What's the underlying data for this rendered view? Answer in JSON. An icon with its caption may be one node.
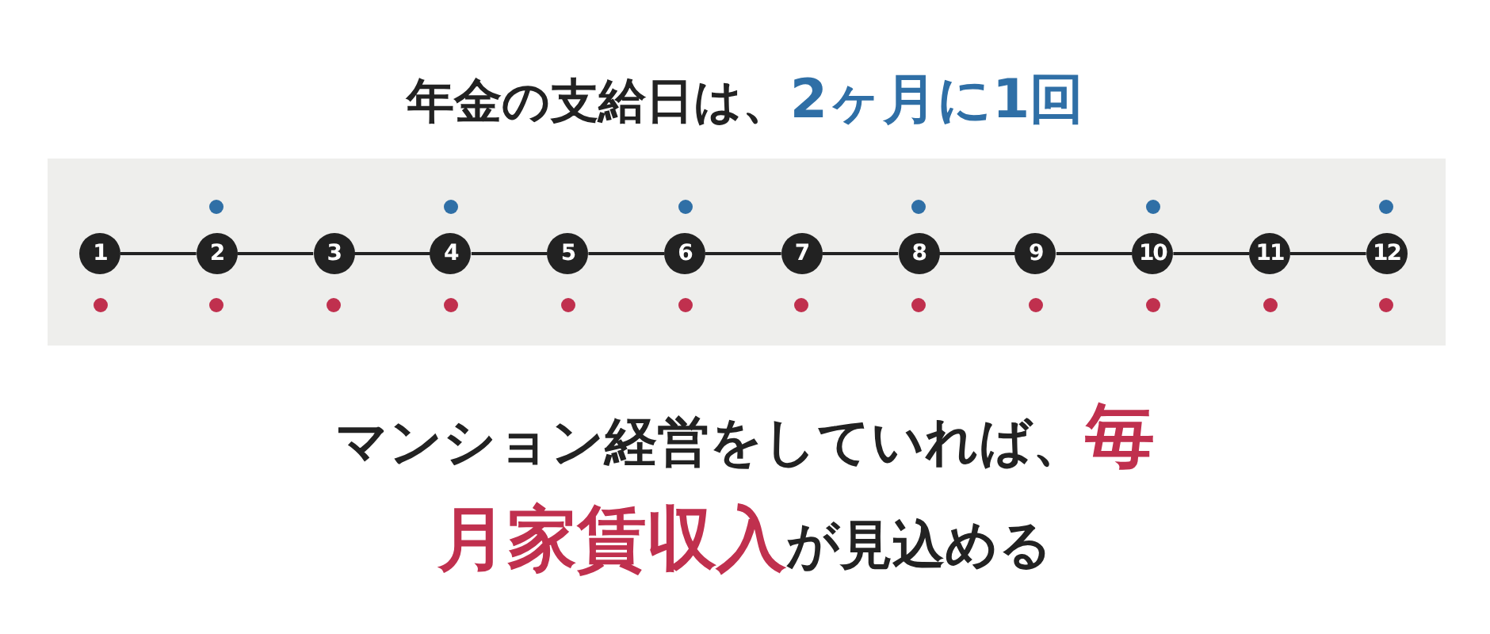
{
  "diagram": {
    "title": "年金の支給日は、**2ヶ月に1回**",
    "caption": "マンション経営をしていれば、**毎月家賃収入**が見込める",
    "nodes": [
      {
        "text": [],
        "shape": "box"
      },
      {
        "text": [
          "1"
        ],
        "in": 0
      },
      {
        "text": [
          "2"
        ],
        "in": 0
      },
      {
        "text": [
          "3"
        ],
        "in": 0
      },
      {
        "text": [
          "4"
        ],
        "in": 0
      },
      {
        "text": [
          "5"
        ],
        "in": 0
      },
      {
        "text": [
          "6"
        ],
        "in": 0
      },
      {
        "text": [
          "7"
        ],
        "in": 0
      },
      {
        "text": [
          "8"
        ],
        "in": 0
      },
      {
        "text": [
          "9"
        ],
        "in": 0
      },
      {
        "text": [
          "10"
        ],
        "in": 0
      },
      {
        "text": [
          "11"
        ],
        "in": 0
      },
      {
        "text": [
          "12"
        ],
        "in": 0
      },
      {
        "text": [],
        "shape": "circle",
        "in": 0
      },
      {
        "text": [],
        "shape": "circle",
        "in": 0
      },
      {
        "text": [],
        "shape": "circle",
        "in": 0
      },
      {
        "text": [],
        "shape": "circle",
        "in": 0
      },
      {
        "text": [],
        "shape": "circle",
        "in": 0
      },
      {
        "text": [],
        "shape": "circle",
        "in": 0
      },
      {
        "text": [],
        "shape": "circle",
        "in": 0
      },
      {
        "text": [],
        "shape": "circle",
        "in": 0
      },
      {
        "text": [],
        "shape": "circle",
        "in": 0
      },
      {
        "text": [],
        "shape": "circle",
        "in": 0
      },
      {
        "text": [],
        "shape": "circle",
        "in": 0
      },
      {
        "text": [],
        "shape": "circle",
        "in": 0
      },
      {
        "text": [],
        "shape": "circle",
        "in": 0
      },
      {
        "text": [],
        "shape": "circle",
        "in": 0
      },
      {
        "text": [],
        "shape": "circle",
        "in": 0
      },
      {
        "text": [],
        "shape": "circle",
        "in": 0
      },
      {
        "text": [],
        "shape": "circle",
        "in": 0
      },
      {
        "text": [],
        "shape": "circle",
        "in": 0
      }
    ],
    "edges": [
      {
        "from": 1,
        "to": 2,
        "arrow": "none"
      },
      {
        "from": 2,
        "to": 3,
        "arrow": "none"
      },
      {
        "from": 3,
        "to": 4,
        "arrow": "none"
      },
      {
        "from": 4,
        "to": 5,
        "arrow": "none"
      },
      {
        "from": 5,
        "to": 6,
        "arrow": "none"
      },
      {
        "from": 6,
        "to": 7,
        "arrow": "none"
      },
      {
        "from": 7,
        "to": 8,
        "arrow": "none"
      },
      {
        "from": 8,
        "to": 9,
        "arrow": "none"
      },
      {
        "from": 9,
        "to": 10,
        "arrow": "none"
      },
      {
        "from": 10,
        "to": 11,
        "arrow": "none"
      },
      {
        "from": 11,
        "to": 12,
        "arrow": "none"
      }
    ]
  }
}
